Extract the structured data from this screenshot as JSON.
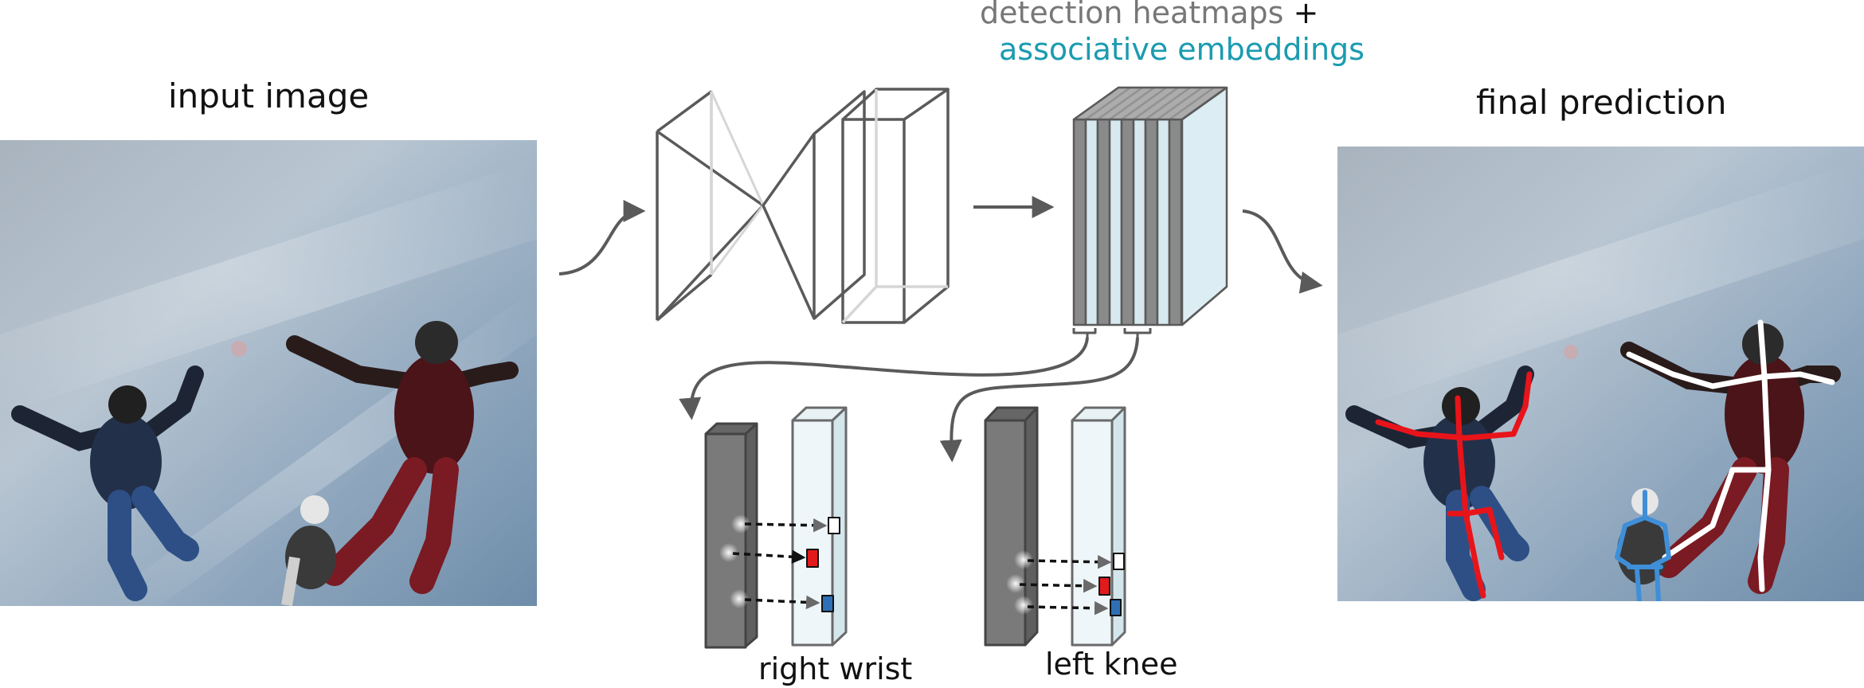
{
  "labels": {
    "input": "input image",
    "final": "final prediction",
    "heatmaps_line": "detection heatmaps",
    "plus": "+",
    "embeddings_line": "associative embeddings",
    "right_wrist": "right wrist",
    "left_knee": "left knee"
  },
  "colors": {
    "gray_text": "#777777",
    "teal_text": "#1a9bb0",
    "stroke": "#5a5a5a",
    "heatmap_dark": "#7a7a7a",
    "embed_light": "#dceef3",
    "red_person": "#e8141a",
    "white_person": "#ffffff",
    "blue_person": "#3f8fd8",
    "marker_red": "#e31a1c",
    "marker_blue": "#2f6fb5"
  },
  "icons": {
    "input_photo": "skydivers-photo",
    "network": "hourglass-network-icon",
    "output_stack": "feature-stack-icon"
  }
}
